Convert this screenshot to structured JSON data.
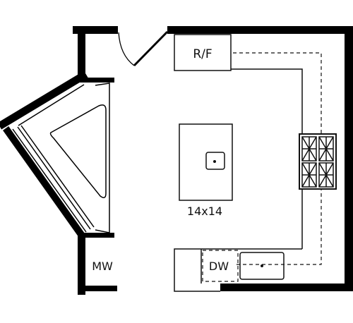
{
  "labels": {
    "refrigerator": "R/F",
    "microwave": "MW",
    "dishwasher": "DW",
    "room_size": "14x14"
  },
  "colors": {
    "wall": "#000000",
    "line": "#111111",
    "background": "#ffffff"
  },
  "icons": {
    "range": "cooktop-burners-icon",
    "island_sink": "sink-icon",
    "main_sink": "sink-icon",
    "door": "door-swing-icon"
  }
}
